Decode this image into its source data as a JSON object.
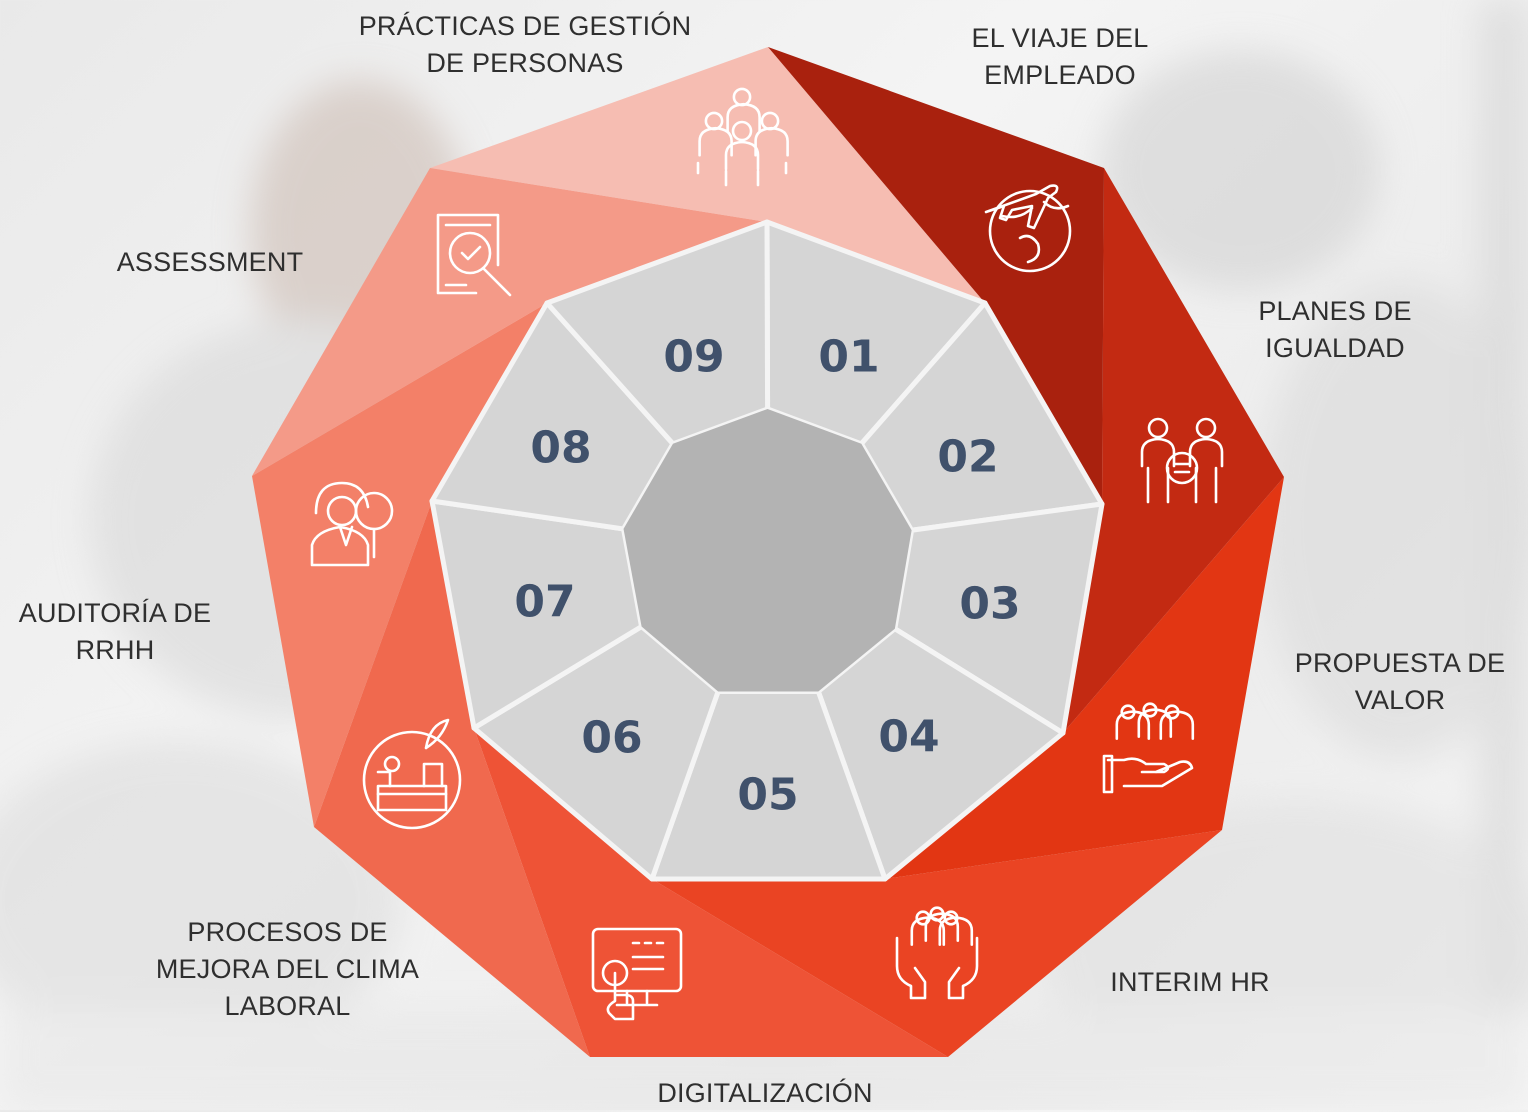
{
  "segments": [
    {
      "number": "01",
      "label_lines": [
        "EL VIAJE DEL",
        "EMPLEADO"
      ],
      "icon": "globe-plane-icon",
      "color": "#a9210e"
    },
    {
      "number": "02",
      "label_lines": [
        "PLANES DE",
        "IGUALDAD"
      ],
      "icon": "equality-people-icon",
      "color": "#c32a12"
    },
    {
      "number": "03",
      "label_lines": [
        "PROPUESTA DE",
        "VALOR"
      ],
      "icon": "team-hand-icon",
      "color": "#e23613"
    },
    {
      "number": "04",
      "label_lines": [
        "INTERIM HR"
      ],
      "icon": "people-hands-icon",
      "color": "#ea4423"
    },
    {
      "number": "05",
      "label_lines": [
        "DIGITALIZACIÓN"
      ],
      "icon": "touch-screen-icon",
      "color": "#ee5336"
    },
    {
      "number": "06",
      "label_lines": [
        "PROCESOS DE",
        "MEJORA DEL CLIMA",
        "LABORAL"
      ],
      "icon": "office-desk-icon",
      "color": "#f0694e"
    },
    {
      "number": "07",
      "label_lines": [
        "AUDITORÍA DE",
        "RRHH"
      ],
      "icon": "auditor-magnifier-icon",
      "color": "#f38068"
    },
    {
      "number": "08",
      "label_lines": [
        "ASSESSMENT"
      ],
      "icon": "document-check-icon",
      "color": "#f49a88"
    },
    {
      "number": "09",
      "label_lines": [
        "PRÁCTICAS DE GESTIÓN",
        "DE PERSONAS"
      ],
      "icon": "group-people-icon",
      "color": "#f6bdb2"
    }
  ]
}
